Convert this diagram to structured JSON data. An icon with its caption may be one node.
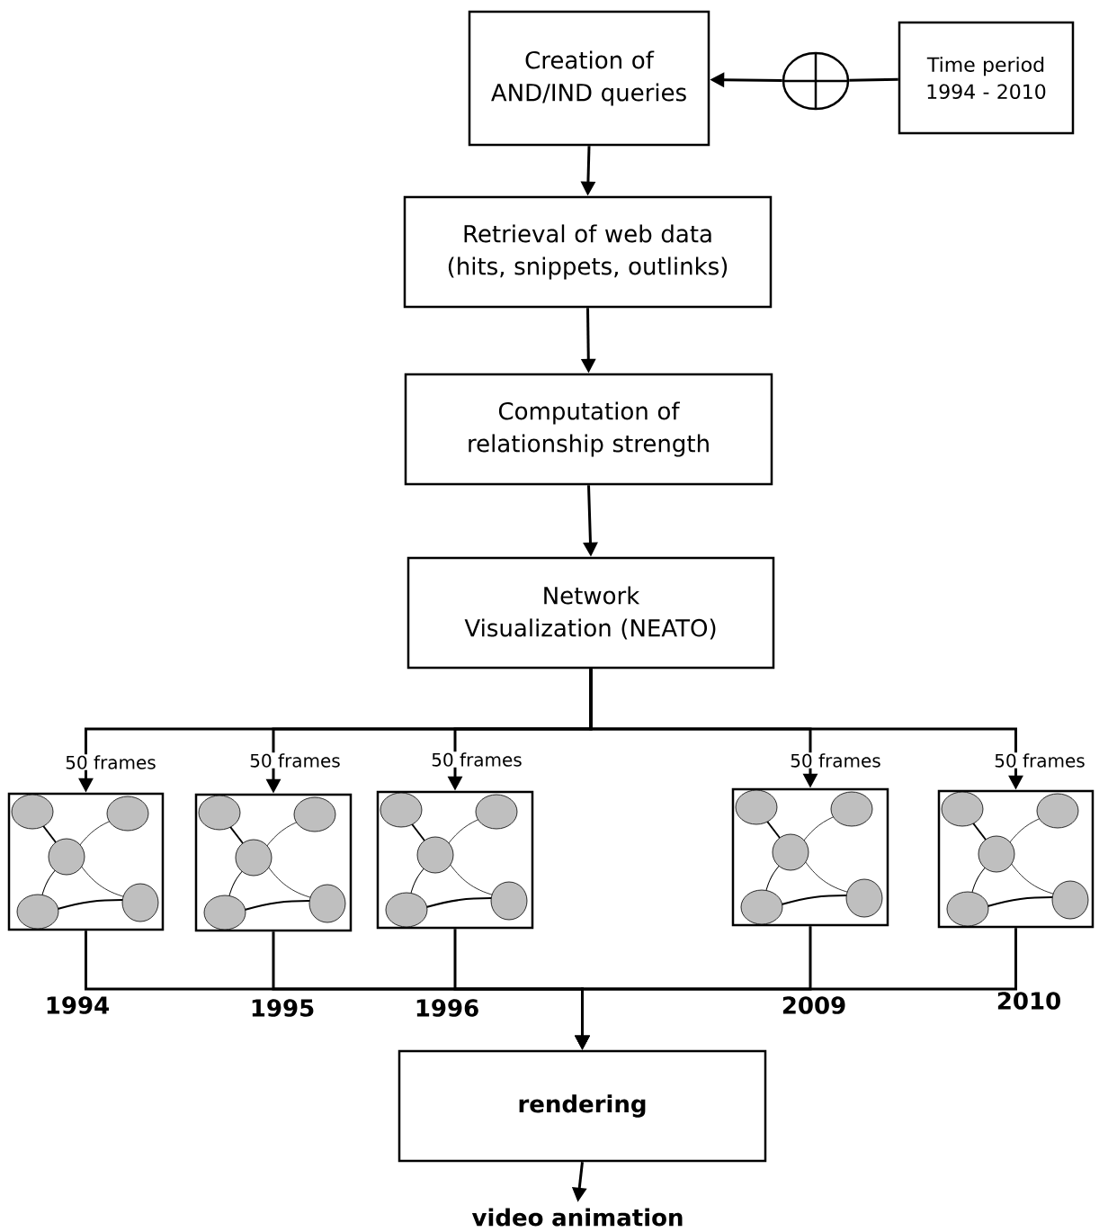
{
  "diagram": {
    "nodes": [
      {
        "text": [
          "Creation of AND/IND queries"
        ]
      },
      {
        "text": [
          "Time period 1994 - 2010"
        ]
      },
      {
        "text": [],
        "shape": "circle"
      },
      {
        "text": [
          "Retrieval of web data (hits, snippets, outlinks)"
        ]
      },
      {
        "text": [
          "Computation of relationship strength"
        ]
      },
      {
        "text": [
          "Network Visualization (NEATO)"
        ]
      },
      {
        "text": [],
        "shape": "picture"
      },
      {
        "text": [],
        "shape": "picture"
      },
      {
        "text": [],
        "shape": "picture"
      },
      {
        "text": [],
        "shape": "picture"
      },
      {
        "text": [],
        "shape": "picture"
      },
      {
        "text": [
          "rendering"
        ]
      },
      {
        "text": [
          "video animation"
        ]
      }
    ],
    "edges": [
      {
        "from": 1,
        "to": 2,
        "arrow": "none"
      },
      {
        "from": 2,
        "to": 0,
        "arrow": "to"
      },
      {
        "from": 0,
        "to": 3,
        "arrow": "to"
      },
      {
        "from": 3,
        "to": 4,
        "arrow": "to"
      },
      {
        "from": 4,
        "to": 5,
        "arrow": "to"
      },
      {
        "from": 5,
        "to": 6,
        "arrow": "to",
        "label": "50 frames"
      },
      {
        "from": 5,
        "to": 7,
        "arrow": "to",
        "label": "50 frames"
      },
      {
        "from": 5,
        "to": 8,
        "arrow": "to",
        "label": "50 frames"
      },
      {
        "from": 5,
        "to": 9,
        "arrow": "to",
        "label": "50 frames"
      },
      {
        "from": 5,
        "to": 10,
        "arrow": "to",
        "label": "50 frames"
      },
      {
        "from": 6,
        "to": 11,
        "arrow": "to"
      },
      {
        "from": 7,
        "to": 11,
        "arrow": "to"
      },
      {
        "from": 8,
        "to": 11,
        "arrow": "to"
      },
      {
        "from": 9,
        "to": 11,
        "arrow": "to"
      },
      {
        "from": 10,
        "to": 11,
        "arrow": "to"
      },
      {
        "from": 11,
        "to": 12,
        "arrow": "to"
      }
    ],
    "labels": [
      "1994",
      "1995",
      "1996",
      "2009",
      "2010"
    ]
  }
}
